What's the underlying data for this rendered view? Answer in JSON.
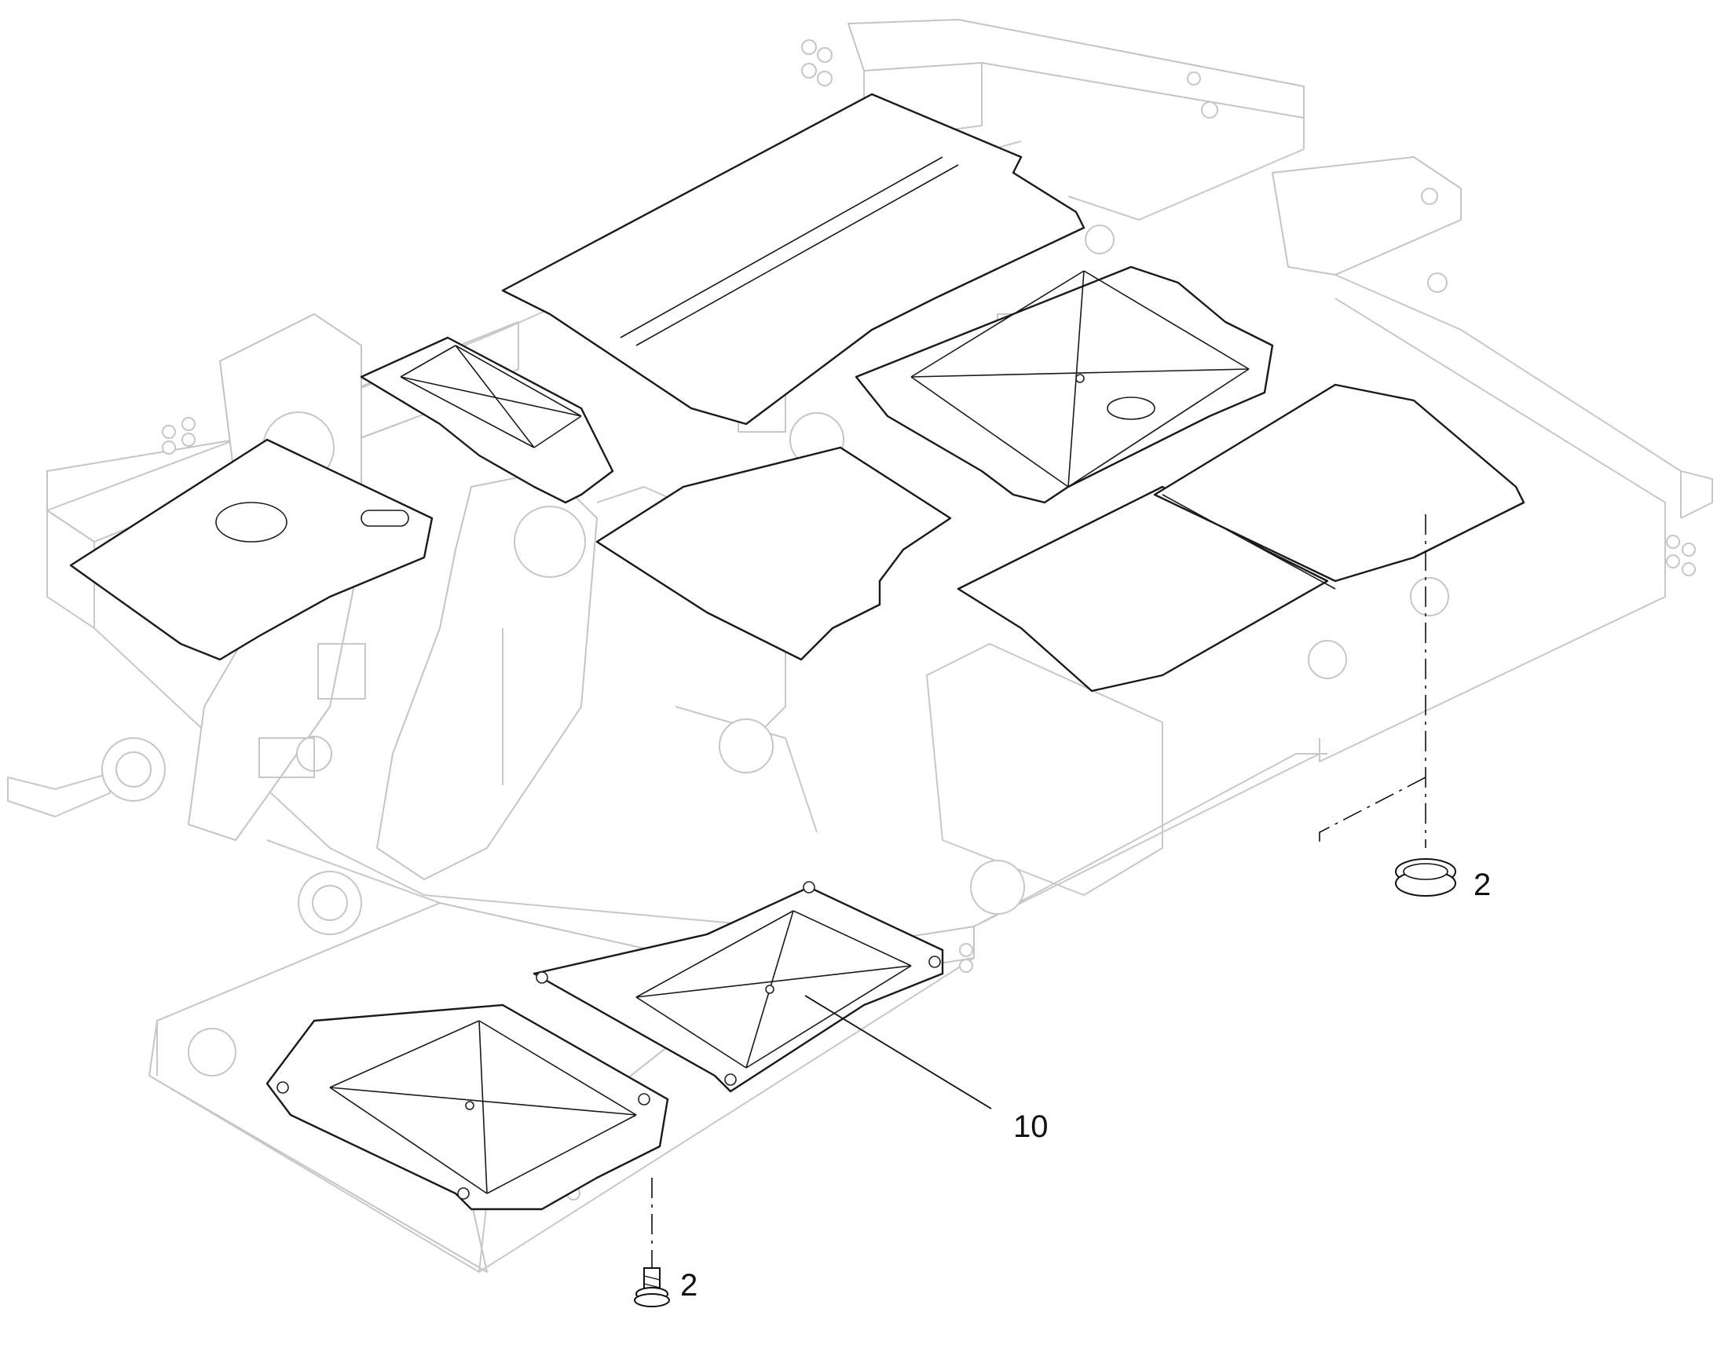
{
  "callouts": [
    {
      "id": "grommet",
      "label": "2"
    },
    {
      "id": "bolt",
      "label": "2"
    },
    {
      "id": "cover",
      "label": "10"
    }
  ]
}
